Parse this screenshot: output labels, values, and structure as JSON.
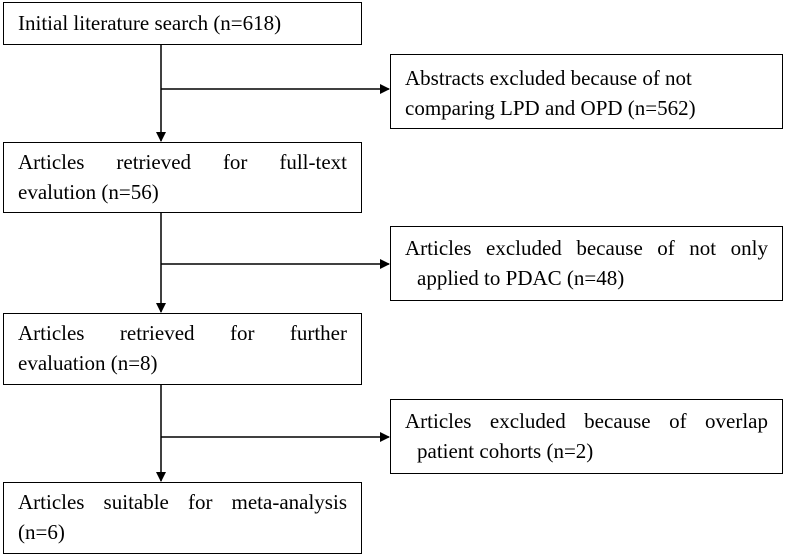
{
  "flow": {
    "main": [
      {
        "line1": "Initial literature search (n=618)"
      },
      {
        "line1": "Articles retrieved for full-text",
        "line2": "evalution (n=56)"
      },
      {
        "line1": "Articles retrieved for further",
        "line2": "evaluation (n=8)"
      },
      {
        "line1": "Articles suitable for meta-analysis",
        "line2": "(n=6)"
      }
    ],
    "excluded": [
      {
        "line1": "Abstracts excluded because of not",
        "line2": "comparing LPD and OPD (n=562)"
      },
      {
        "line1": "Articles excluded because of not only",
        "line2": "applied to PDAC (n=48)"
      },
      {
        "line1": "Articles excluded because of overlap",
        "line2": "patient cohorts (n=2)"
      }
    ]
  }
}
